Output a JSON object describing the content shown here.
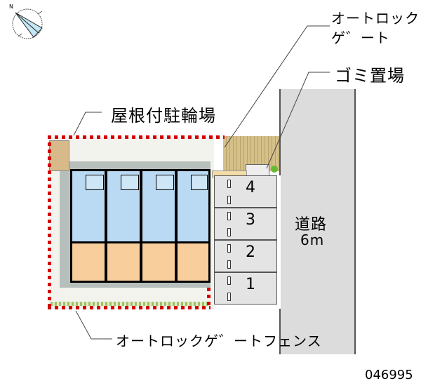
{
  "compass": {
    "icon": "north-arrow-compass-icon",
    "north_label": "N"
  },
  "labels": {
    "autolock_gate_line1": "オートロック",
    "autolock_gate_line2": "ゲ゛ート",
    "garbage": "ゴミ置場",
    "bicycle_parking": "屋根付駐輪場",
    "autolock_fence": "オートロックゲ゛ートフェンス"
  },
  "road": {
    "name": "道路",
    "width": "6m"
  },
  "parking": {
    "spaces": [
      "4",
      "3",
      "2",
      "1"
    ]
  },
  "units": {
    "count": 4
  },
  "property_id": "046995",
  "colors": {
    "fence": "#d40000",
    "wet_area": "#b9daf2",
    "living_room": "#f8cf9c",
    "road": "#dcdcdc",
    "bike_shed": "#d7b98a",
    "garbage_area": "#d6c08a"
  }
}
